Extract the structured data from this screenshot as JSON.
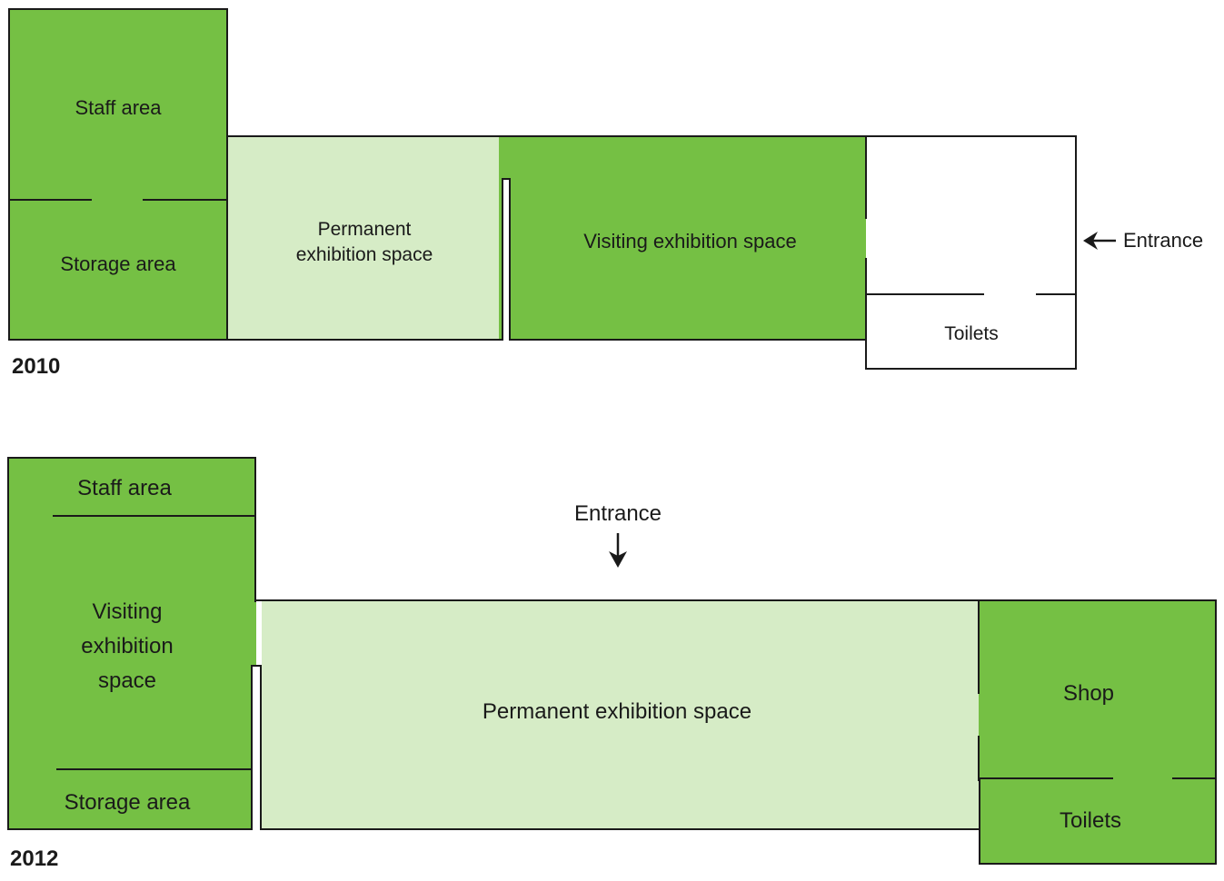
{
  "plan_2010": {
    "year": "2010",
    "staff_area": "Staff area",
    "storage_area": "Storage area",
    "permanent_exhibition": "Permanent\nexhibition space",
    "visiting_exhibition": "Visiting exhibition space",
    "toilets": "Toilets",
    "entrance": "Entrance"
  },
  "plan_2012": {
    "year": "2012",
    "staff_area": "Staff area",
    "visiting_exhibition": "Visiting\nexhibition\nspace",
    "storage_area": "Storage area",
    "permanent_exhibition": "Permanent exhibition space",
    "shop": "Shop",
    "toilets": "Toilets",
    "entrance": "Entrance"
  },
  "colors": {
    "dark_green": "#75C044",
    "light_green": "#D6ECC6",
    "wall": "#1a1a1a"
  }
}
